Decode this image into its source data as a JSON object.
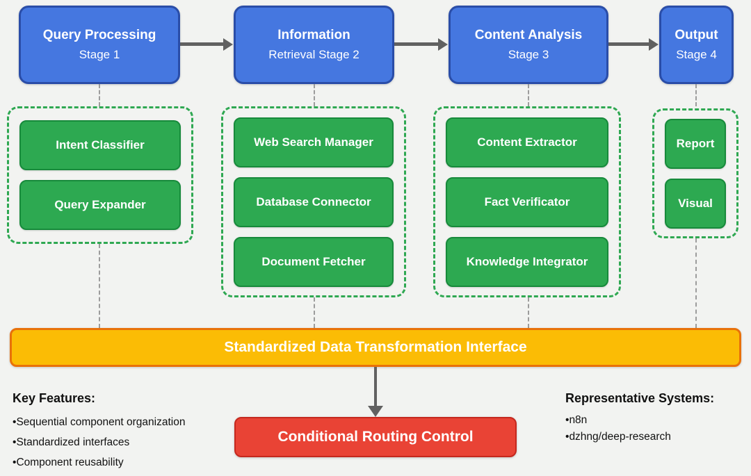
{
  "colors": {
    "background": "#F2F3F1",
    "stage_fill": "#4577E0",
    "stage_border": "#2A4DA8",
    "component_fill": "#2DA951",
    "component_border": "#178A3B",
    "group_border": "#2FA852",
    "bus_fill": "#FBBC05",
    "bus_border": "#E8710A",
    "control_fill": "#E94335",
    "control_border": "#C5281E",
    "arrow": "#616161",
    "connector": "#9C9C9C"
  },
  "stages": [
    {
      "title": "Query Processing",
      "subtitle": "Stage 1",
      "components": [
        "Intent Classifier",
        "Query Expander"
      ]
    },
    {
      "title": "Information",
      "subtitle": "Retrieval Stage 2",
      "components": [
        "Web Search Manager",
        "Database Connector",
        "Document Fetcher"
      ]
    },
    {
      "title": "Content Analysis",
      "subtitle": "Stage 3",
      "components": [
        "Content Extractor",
        "Fact Verificator",
        "Knowledge Integrator"
      ]
    },
    {
      "title": "Output",
      "subtitle": "Stage 4",
      "components": [
        "Report",
        "Visual"
      ]
    }
  ],
  "bus": {
    "label": "Standardized Data Transformation Interface"
  },
  "control": {
    "label": "Conditional Routing Control"
  },
  "key_features": {
    "heading": "Key Features:",
    "items": [
      "Sequential component organization",
      "Standardized interfaces",
      "Component reusability"
    ]
  },
  "representative_systems": {
    "heading": "Representative Systems:",
    "items": [
      "n8n",
      "dzhng/deep-research"
    ]
  }
}
